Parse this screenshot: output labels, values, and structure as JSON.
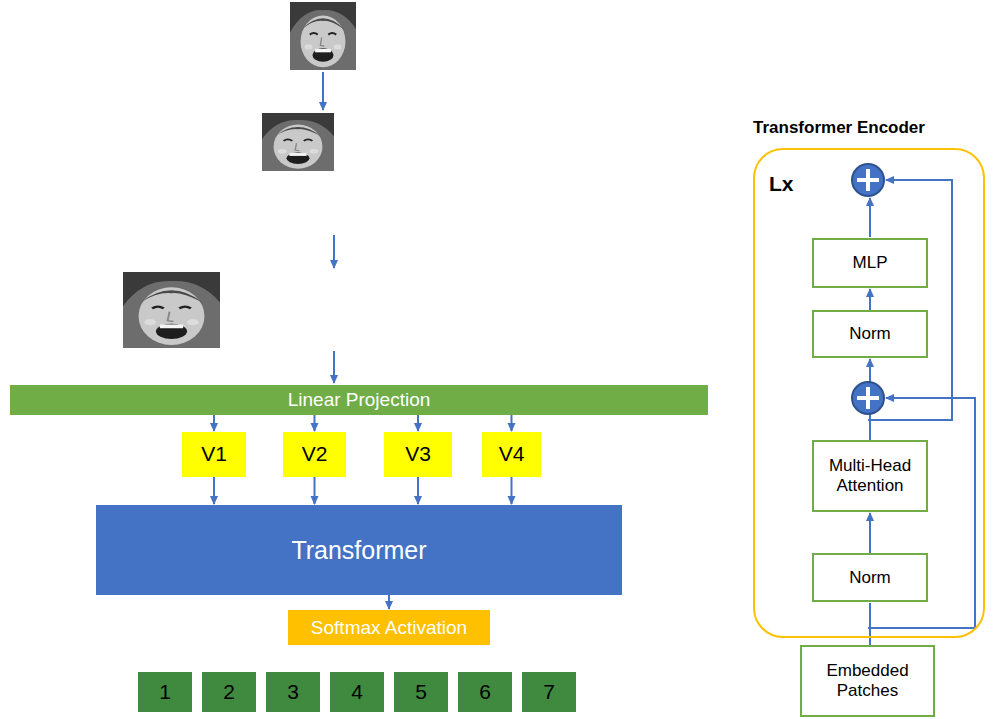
{
  "diagram": {
    "nodes": [
      {
        "text": [
          "Linear Projection"
        ]
      },
      {
        "text": [
          "V1"
        ]
      },
      {
        "text": [
          "V2"
        ]
      },
      {
        "text": [
          "V3"
        ]
      },
      {
        "text": [
          "V4"
        ]
      },
      {
        "text": [
          "Transformer"
        ]
      },
      {
        "text": [
          "Softmax Activation"
        ]
      },
      {
        "text": [
          "1"
        ]
      },
      {
        "text": [
          "2"
        ]
      },
      {
        "text": [
          "3"
        ]
      },
      {
        "text": [
          "4"
        ]
      },
      {
        "text": [
          "5"
        ]
      },
      {
        "text": [
          "6"
        ]
      },
      {
        "text": [
          "7"
        ]
      },
      {
        "text": [
          "Transformer Encoder",
          "Lx"
        ]
      },
      {
        "text": [
          "MLP"
        ],
        "in": 14
      },
      {
        "text": [
          "Norm"
        ],
        "in": 14
      },
      {
        "text": [
          "Multi-Head Attention"
        ],
        "in": 14
      },
      {
        "text": [
          "Norm"
        ],
        "in": 14
      },
      {
        "text": [
          "Embedded Patches"
        ]
      }
    ],
    "edges": [
      {
        "from": 0,
        "to": 1,
        "arrow": "to"
      },
      {
        "from": 0,
        "to": 2,
        "arrow": "to"
      },
      {
        "from": 0,
        "to": 3,
        "arrow": "to"
      },
      {
        "from": 0,
        "to": 4,
        "arrow": "to"
      },
      {
        "from": 1,
        "to": 5,
        "arrow": "to"
      },
      {
        "from": 2,
        "to": 5,
        "arrow": "to"
      },
      {
        "from": 3,
        "to": 5,
        "arrow": "to"
      },
      {
        "from": 4,
        "to": 5,
        "arrow": "to"
      },
      {
        "from": 5,
        "to": 6,
        "arrow": "to"
      },
      {
        "from": 19,
        "to": 18,
        "arrow": "none"
      },
      {
        "from": 18,
        "to": 17,
        "arrow": "to"
      },
      {
        "from": 17,
        "to": 16,
        "arrow": "to"
      },
      {
        "from": 16,
        "to": 15,
        "arrow": "to"
      }
    ]
  }
}
